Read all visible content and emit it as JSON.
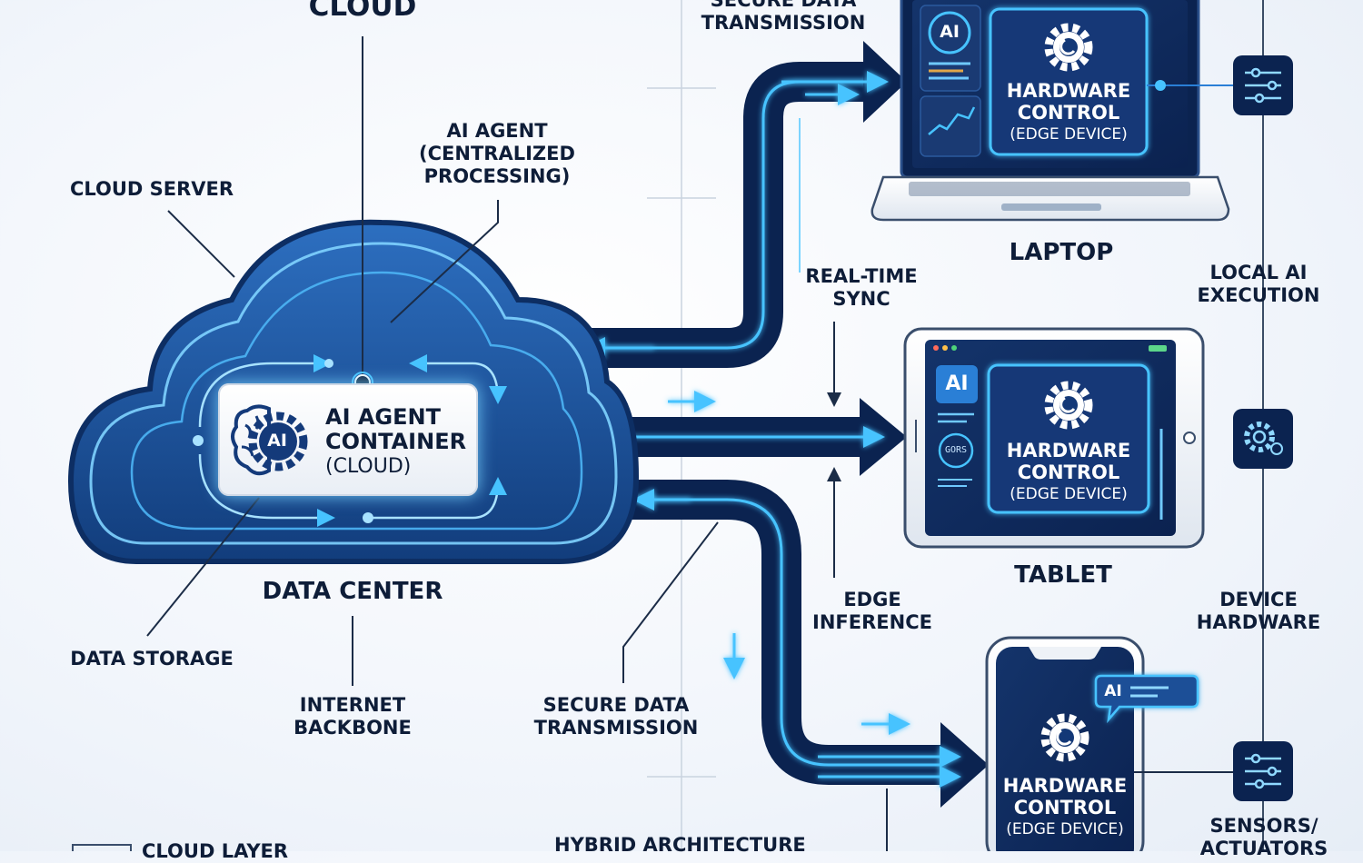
{
  "header": {
    "cloud_title": "CLOUD"
  },
  "labels": {
    "secure_data_top": [
      "SECURE DATA",
      "TRANSMISSION"
    ],
    "ai_agent_centralized": [
      "AI AGENT",
      "(CENTRALIZED",
      "PROCESSING)"
    ],
    "cloud_server": "CLOUD SERVER",
    "data_center": "DATA CENTER",
    "data_storage": "DATA STORAGE",
    "internet_backbone": [
      "INTERNET",
      "BACKBONE"
    ],
    "secure_data_bottom": [
      "SECURE DATA",
      "TRANSMISSION"
    ],
    "hybrid_architecture": "HYBRID ARCHITECTURE",
    "real_time_sync": [
      "REAL-TIME",
      "SYNC"
    ],
    "edge_inference": [
      "EDGE",
      "INFERENCE"
    ],
    "local_ai_execution": [
      "LOCAL AI",
      "EXECUTION"
    ],
    "device_hardware": [
      "DEVICE",
      "HARDWARE"
    ],
    "sensors_actuators": [
      "SENSORS/",
      "ACTUATORS"
    ],
    "legend_cloud_layer": "CLOUD LAYER"
  },
  "container": {
    "icon_text": "AI",
    "line1": "AI AGENT",
    "line2": "CONTAINER",
    "line3": "(CLOUD)"
  },
  "devices": {
    "laptop": {
      "name": "LAPTOP",
      "chip": "AI",
      "hw_line1": "HARDWARE",
      "hw_line2": "CONTROL",
      "hw_line3": "(EDGE DEVICE)"
    },
    "tablet": {
      "name": "TABLET",
      "chip": "AI",
      "dial": "GORS",
      "hw_line1": "HARDWARE",
      "hw_line2": "CONTROL",
      "hw_line3": "(EDGE DEVICE)"
    },
    "phone": {
      "chip": "AI",
      "hw_line1": "HARDWARE",
      "hw_line2": "CONTROL",
      "hw_line3": "(EDGE DEVICE)"
    }
  },
  "icons": {
    "brain": "brain-gear-icon",
    "gear": "gear-icon",
    "sliders": "sliders-icon",
    "settings": "settings-icon",
    "chart": "line-chart-icon"
  },
  "colors": {
    "navy": "#0b2350",
    "cloud_blue": "#1d4f97",
    "glow": "#47c3ff",
    "text": "#0e1d38"
  }
}
